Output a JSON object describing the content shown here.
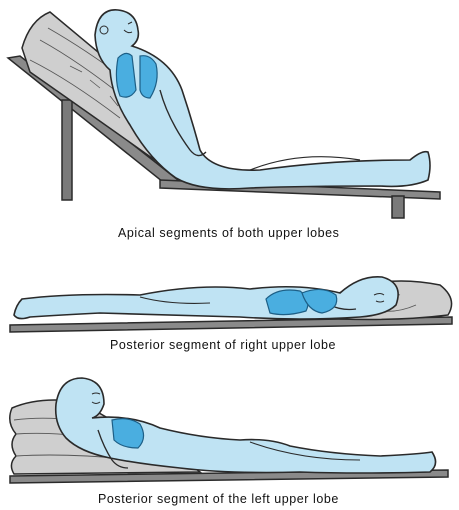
{
  "figure": {
    "panels": [
      {
        "position": "sitting reclined",
        "caption": "Apical segments of both upper lobes"
      },
      {
        "position": "lying prone",
        "caption": "Posterior segment of right upper lobe"
      },
      {
        "position": "lying on side with pillows",
        "caption": "Posterior segment of the left upper lobe"
      }
    ]
  },
  "colors": {
    "skin": "#bfe3f3",
    "lung": "#4aaee0",
    "pillow": "#c8c8c8",
    "board": "#7a7a7a",
    "outline": "#2a2a2a"
  }
}
